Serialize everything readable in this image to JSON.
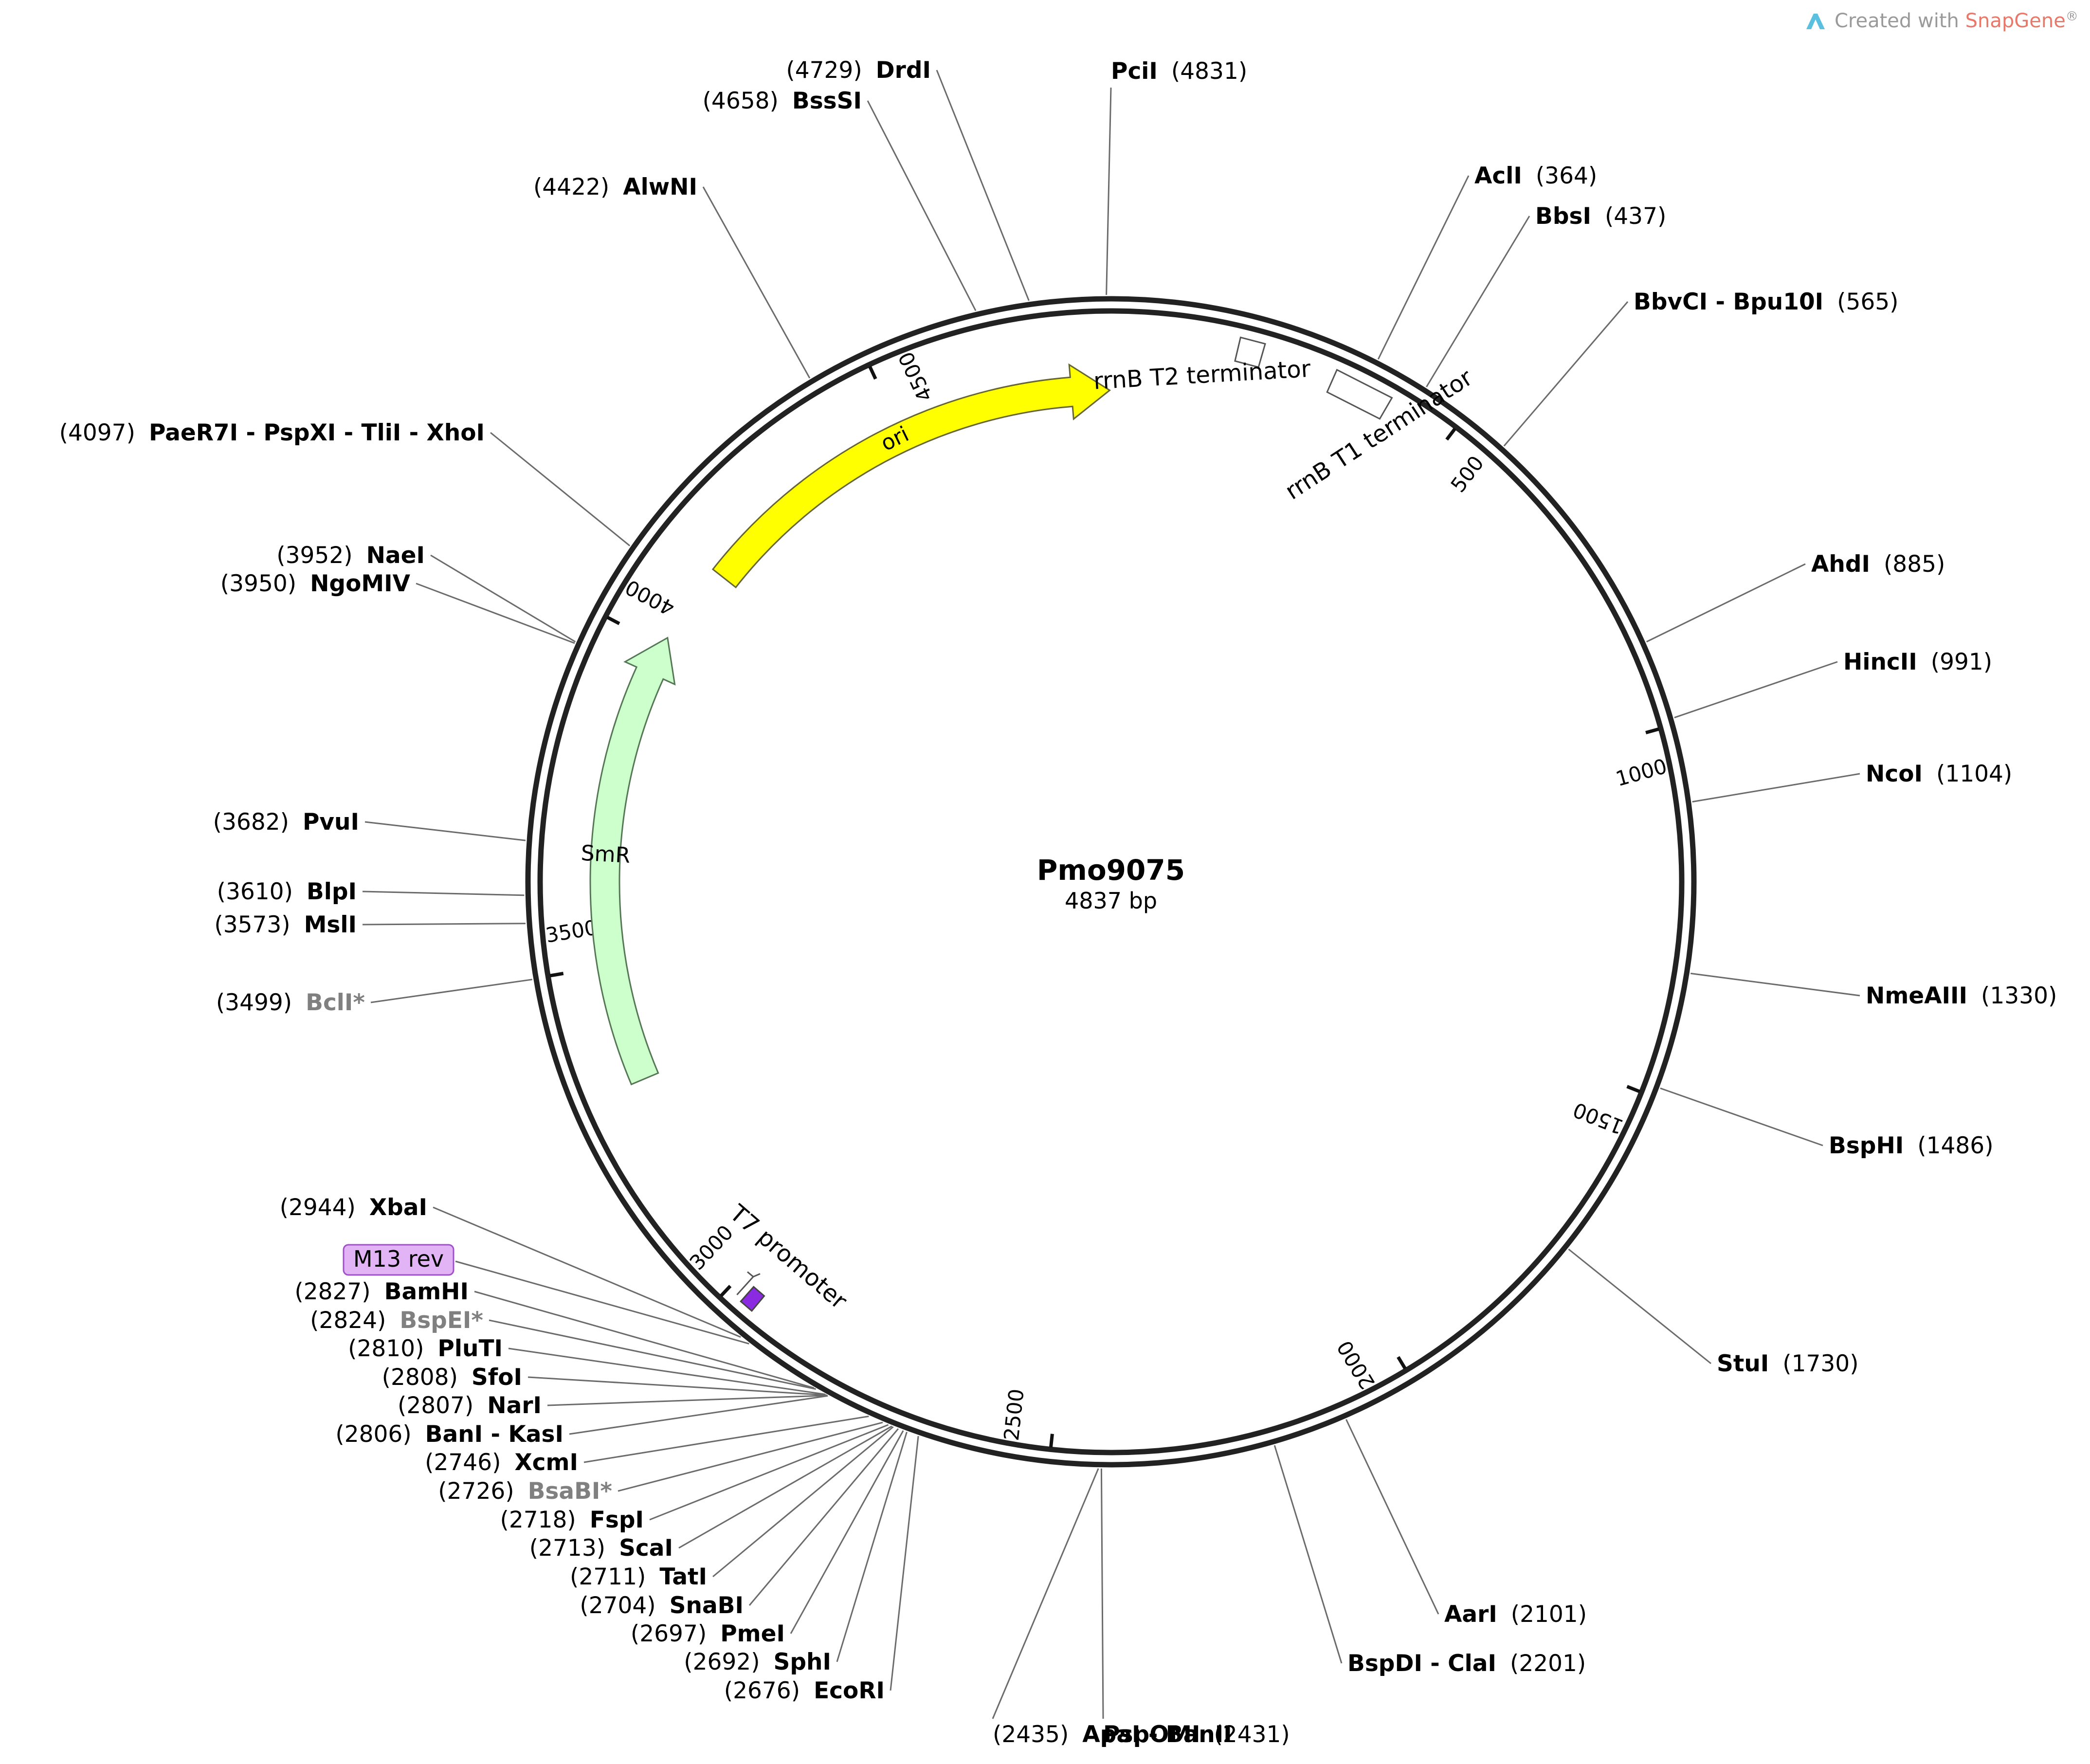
{
  "branding": {
    "prefix": "Created with ",
    "name": "SnapGene",
    "suffix": "®"
  },
  "plasmid": {
    "name": "Pmo9075",
    "length_label": "4837 bp",
    "length_bp": 4837
  },
  "ticks": [
    {
      "pos": 500,
      "label": "500"
    },
    {
      "pos": 1000,
      "label": "1000"
    },
    {
      "pos": 1500,
      "label": "1500"
    },
    {
      "pos": 2000,
      "label": "2000"
    },
    {
      "pos": 2500,
      "label": "2500"
    },
    {
      "pos": 3000,
      "label": "3000"
    },
    {
      "pos": 3500,
      "label": "3500"
    },
    {
      "pos": 4000,
      "label": "4000"
    },
    {
      "pos": 4500,
      "label": "4500"
    }
  ],
  "features": [
    {
      "name": "ori",
      "kind": "arrow",
      "start": 4140,
      "end": 4835,
      "color": "#ffff00",
      "stroke": "#666633"
    },
    {
      "name": "SmR",
      "kind": "arrow",
      "start": 3320,
      "end": 4015,
      "color": "#ccffcc",
      "stroke": "#557755"
    },
    {
      "name": "rrnB T2 terminator",
      "kind": "box",
      "start": 180,
      "end": 215
    },
    {
      "name": "rrnB T1 terminator",
      "kind": "box",
      "start": 320,
      "end": 405
    },
    {
      "name": "T7 promoter",
      "kind": "promoter",
      "start": 2955,
      "end": 2975,
      "color": "#8a2be2"
    },
    {
      "name": "M13 rev",
      "kind": "primer",
      "site": 2930,
      "color": "#e2b4f5"
    }
  ],
  "sites": [
    {
      "name": "PciI",
      "pos": "4831",
      "bp": 4831,
      "side": "right",
      "star": false
    },
    {
      "name": "AclI",
      "pos": "364",
      "bp": 364,
      "side": "right",
      "star": false
    },
    {
      "name": "BbsI",
      "pos": "437",
      "bp": 437,
      "side": "right",
      "star": false
    },
    {
      "name": "BbvCI - Bpu10I",
      "pos": "565",
      "bp": 565,
      "side": "right",
      "star": false
    },
    {
      "name": "AhdI",
      "pos": "885",
      "bp": 885,
      "side": "right",
      "star": false
    },
    {
      "name": "HincII",
      "pos": "991",
      "bp": 991,
      "side": "right",
      "star": false
    },
    {
      "name": "NcoI",
      "pos": "1104",
      "bp": 1104,
      "side": "right",
      "star": false
    },
    {
      "name": "NmeAIII",
      "pos": "1330",
      "bp": 1330,
      "side": "right",
      "star": false
    },
    {
      "name": "BspHI",
      "pos": "1486",
      "bp": 1486,
      "side": "right",
      "star": false
    },
    {
      "name": "StuI",
      "pos": "1730",
      "bp": 1730,
      "side": "right",
      "star": false
    },
    {
      "name": "AarI",
      "pos": "2101",
      "bp": 2101,
      "side": "right",
      "star": false
    },
    {
      "name": "BspDI - ClaI",
      "pos": "2201",
      "bp": 2201,
      "side": "right",
      "star": false
    },
    {
      "name": "PspOMI",
      "pos": "2431",
      "bp": 2431,
      "side": "right",
      "star": false
    },
    {
      "name": "ApaI - BanII",
      "pos": "2435",
      "bp": 2435,
      "side": "left",
      "star": false
    },
    {
      "name": "EcoRI",
      "pos": "2676",
      "bp": 2676,
      "side": "left",
      "star": false
    },
    {
      "name": "SphI",
      "pos": "2692",
      "bp": 2692,
      "side": "left",
      "star": false
    },
    {
      "name": "PmeI",
      "pos": "2697",
      "bp": 2697,
      "side": "left",
      "star": false
    },
    {
      "name": "SnaBI",
      "pos": "2704",
      "bp": 2704,
      "side": "left",
      "star": false
    },
    {
      "name": "TatI",
      "pos": "2711",
      "bp": 2711,
      "side": "left",
      "star": false
    },
    {
      "name": "ScaI",
      "pos": "2713",
      "bp": 2713,
      "side": "left",
      "star": false
    },
    {
      "name": "FspI",
      "pos": "2718",
      "bp": 2718,
      "side": "left",
      "star": false
    },
    {
      "name": "BsaBI*",
      "pos": "2726",
      "bp": 2726,
      "side": "left",
      "star": true
    },
    {
      "name": "XcmI",
      "pos": "2746",
      "bp": 2746,
      "side": "left",
      "star": false
    },
    {
      "name": "BanI - KasI",
      "pos": "2806",
      "bp": 2806,
      "side": "left",
      "star": false
    },
    {
      "name": "NarI",
      "pos": "2807",
      "bp": 2807,
      "side": "left",
      "star": false
    },
    {
      "name": "SfoI",
      "pos": "2808",
      "bp": 2808,
      "side": "left",
      "star": false
    },
    {
      "name": "PluTI",
      "pos": "2810",
      "bp": 2810,
      "side": "left",
      "star": false
    },
    {
      "name": "BspEI*",
      "pos": "2824",
      "bp": 2824,
      "side": "left",
      "star": true
    },
    {
      "name": "BamHI",
      "pos": "2827",
      "bp": 2827,
      "side": "left",
      "star": false
    },
    {
      "name": "XbaI",
      "pos": "2944",
      "bp": 2944,
      "side": "left",
      "star": false
    },
    {
      "name": "BclI*",
      "pos": "3499",
      "bp": 3499,
      "side": "left",
      "star": true
    },
    {
      "name": "MslI",
      "pos": "3573",
      "bp": 3573,
      "side": "left",
      "star": false
    },
    {
      "name": "BlpI",
      "pos": "3610",
      "bp": 3610,
      "side": "left",
      "star": false
    },
    {
      "name": "PvuI",
      "pos": "3682",
      "bp": 3682,
      "side": "left",
      "star": false
    },
    {
      "name": "NgoMIV",
      "pos": "3950",
      "bp": 3950,
      "side": "left",
      "star": false
    },
    {
      "name": "NaeI",
      "pos": "3952",
      "bp": 3952,
      "side": "left",
      "star": false
    },
    {
      "name": "PaeR7I - PspXI - TliI - XhoI",
      "pos": "4097",
      "bp": 4097,
      "side": "left",
      "star": false
    },
    {
      "name": "AlwNI",
      "pos": "4422",
      "bp": 4422,
      "side": "left",
      "star": false
    },
    {
      "name": "BssSI",
      "pos": "4658",
      "bp": 4658,
      "side": "left",
      "star": false
    },
    {
      "name": "DrdI",
      "pos": "4729",
      "bp": 4729,
      "side": "left",
      "star": false
    }
  ]
}
